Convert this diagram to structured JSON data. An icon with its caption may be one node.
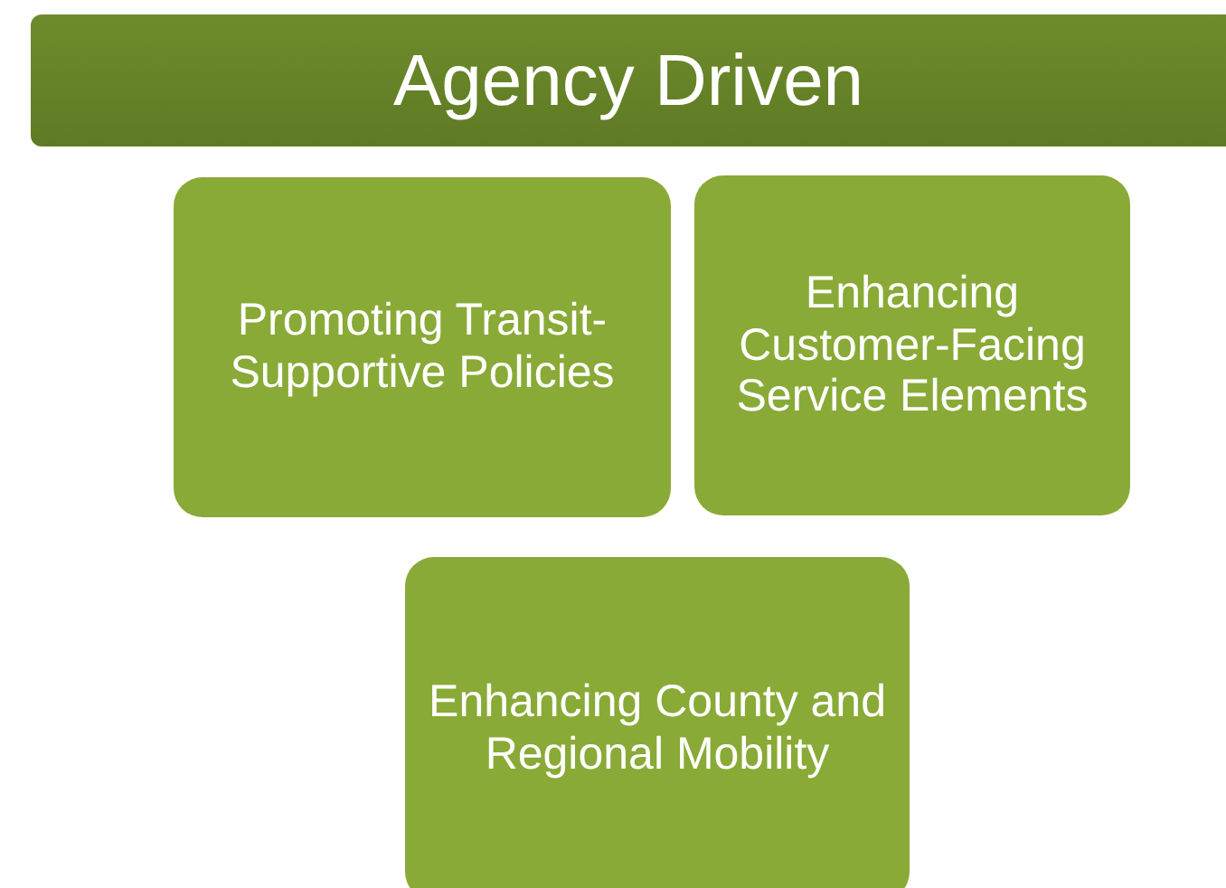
{
  "diagram": {
    "nodes": [
      {
        "text": [
          "Agency Driven"
        ]
      },
      {
        "text": [
          "Promoting Transit-Supportive Policies"
        ]
      },
      {
        "text": [
          "Enhancing Customer-Facing Service Elements"
        ]
      },
      {
        "text": [
          "Enhancing County and Regional Mobility"
        ]
      }
    ]
  }
}
